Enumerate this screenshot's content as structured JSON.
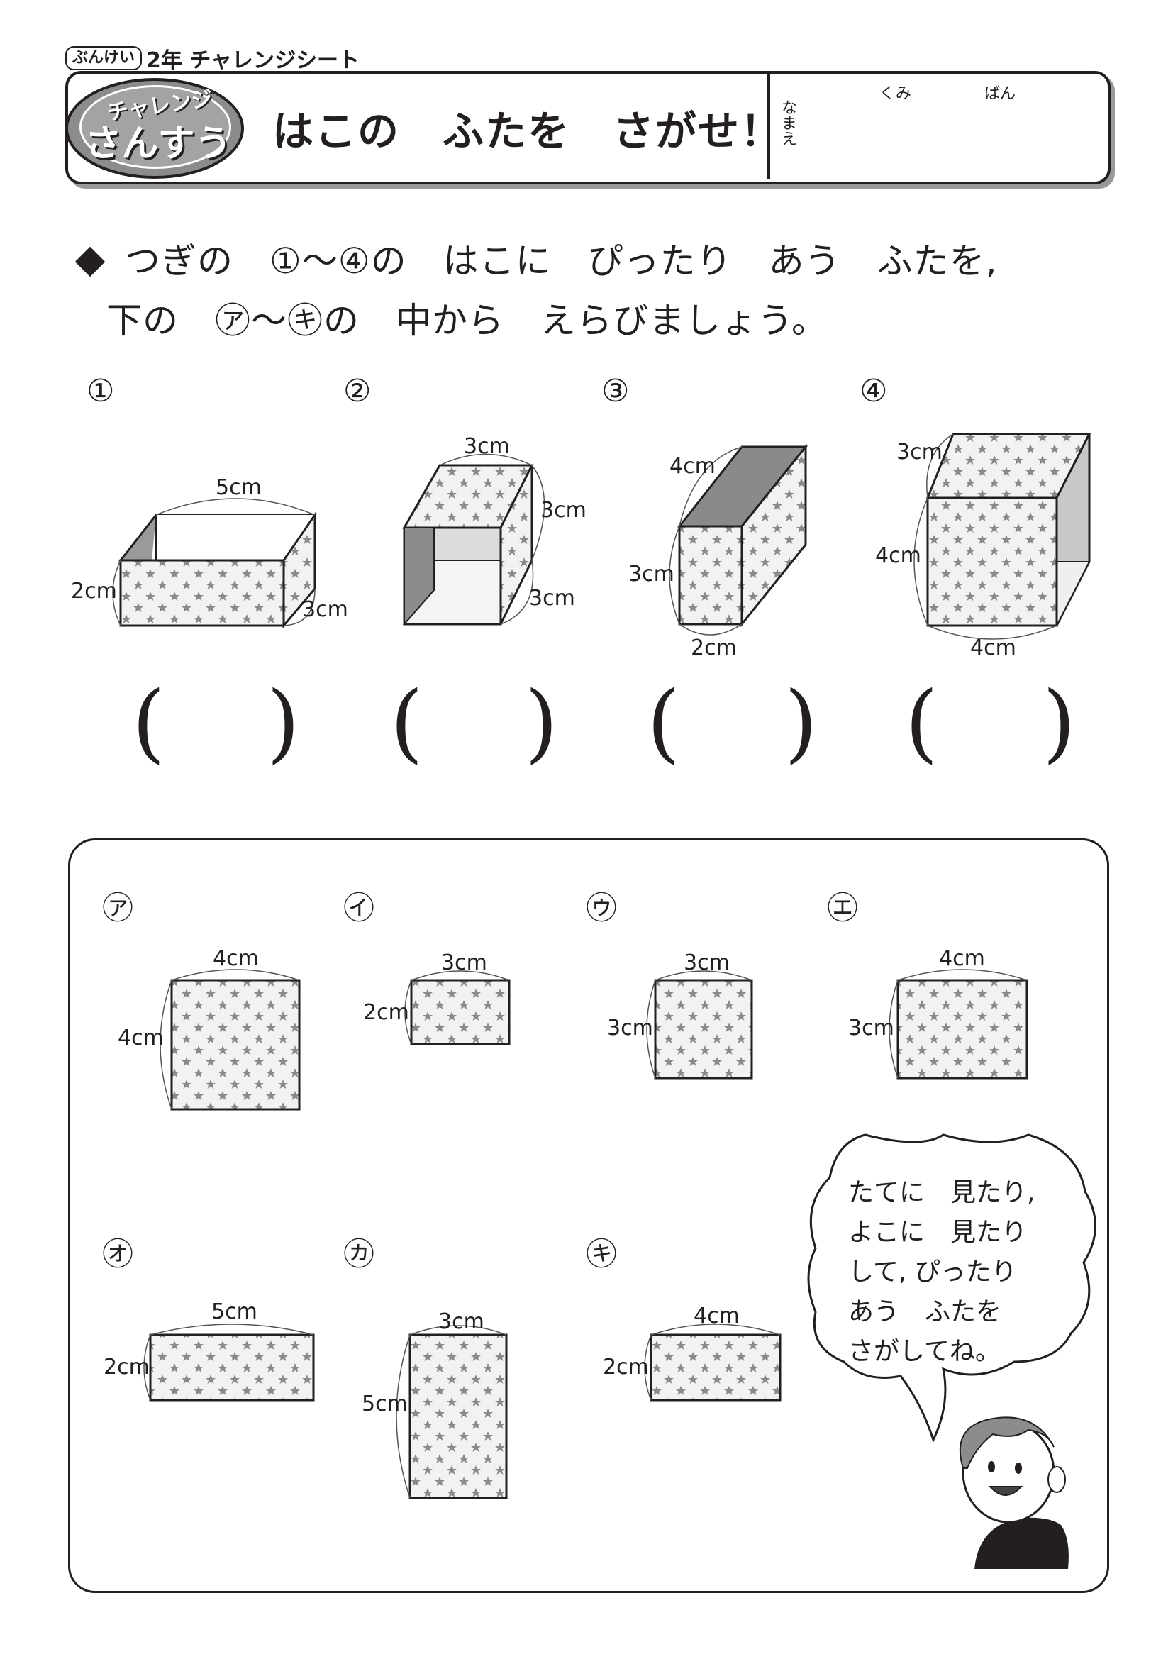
{
  "header": {
    "tag": "ぶんけい",
    "grade_title": "2年 チャレンジシート",
    "badge_small": "チャレンジ",
    "badge_big": "さんすう",
    "title": "はこの　ふたを　さがせ！",
    "name_label": "なまえ",
    "kumi": "くみ",
    "ban": "ばん"
  },
  "instruction": {
    "line1": "つぎの　①～④の　はこに　ぴったり　あう　ふたを,",
    "line2": "下の　㋐～㋖の　中から　えらびましょう。"
  },
  "boxes": [
    {
      "label": "①",
      "dims": [
        "5cm",
        "2cm",
        "3cm"
      ]
    },
    {
      "label": "②",
      "dims": [
        "3cm",
        "3cm",
        "3cm"
      ]
    },
    {
      "label": "③",
      "dims": [
        "4cm",
        "3cm",
        "2cm"
      ]
    },
    {
      "label": "④",
      "dims": [
        "3cm",
        "4cm",
        "4cm"
      ]
    }
  ],
  "answers": {
    "open": "(",
    "close": ")"
  },
  "lids": [
    {
      "label": "㋐",
      "w": "4cm",
      "h": "4cm"
    },
    {
      "label": "㋑",
      "w": "3cm",
      "h": "2cm"
    },
    {
      "label": "㋒",
      "w": "3cm",
      "h": "3cm"
    },
    {
      "label": "㋓",
      "w": "4cm",
      "h": "3cm"
    },
    {
      "label": "㋔",
      "w": "5cm",
      "h": "2cm"
    },
    {
      "label": "㋕",
      "w": "3cm",
      "h": "5cm"
    },
    {
      "label": "㋖",
      "w": "4cm",
      "h": "2cm"
    }
  ],
  "bubble": "たてに　見たり,\nよこに　見たり\nして, ぴったり\nあう　ふたを\nさがしてね。"
}
